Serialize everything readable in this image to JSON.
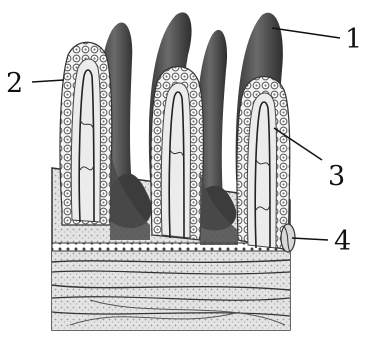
{
  "figure": {
    "labels": [
      {
        "id": "label-1",
        "text": "1"
      },
      {
        "id": "label-2",
        "text": "2"
      },
      {
        "id": "label-3",
        "text": "3"
      },
      {
        "id": "label-4",
        "text": "4"
      }
    ]
  }
}
